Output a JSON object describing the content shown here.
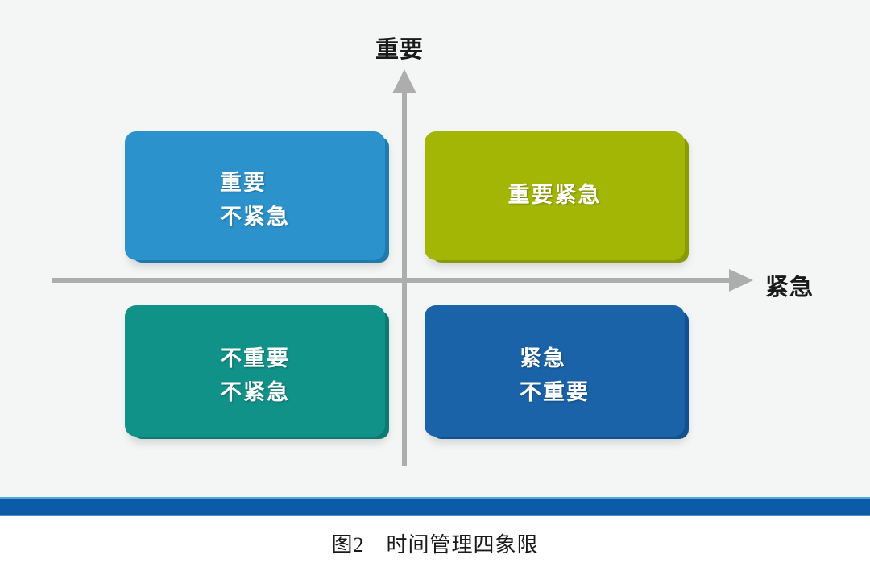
{
  "figure": {
    "type": "quadrant-matrix",
    "background_color": "#f4f5f5",
    "page_background_color": "#ffffff",
    "axes": {
      "vertical_label": "重要",
      "horizontal_label": "紧急",
      "axis_color": "#adadad",
      "vertical_arrow_direction": "up",
      "horizontal_arrow_direction": "right"
    },
    "quadrants": [
      {
        "id": "top-left",
        "position": "upper-left",
        "line1": "重要",
        "line2": "不紧急",
        "color": "#2b92cc",
        "shadow_color": "#1f7aae"
      },
      {
        "id": "top-right",
        "position": "upper-right",
        "line1": "重要紧急",
        "line2": "",
        "color": "#a3b505",
        "shadow_color": "#8a9a04"
      },
      {
        "id": "bottom-left",
        "position": "lower-left",
        "line1": "不重要",
        "line2": "不紧急",
        "color": "#119289",
        "shadow_color": "#0c7a72"
      },
      {
        "id": "bottom-right",
        "position": "lower-right",
        "line1": "紧急",
        "line2": "不重要",
        "color": "#1a63a8",
        "shadow_color": "#12518e"
      }
    ],
    "divider": {
      "color": "#0a5ca8"
    },
    "caption": "图2　时间管理四象限"
  }
}
